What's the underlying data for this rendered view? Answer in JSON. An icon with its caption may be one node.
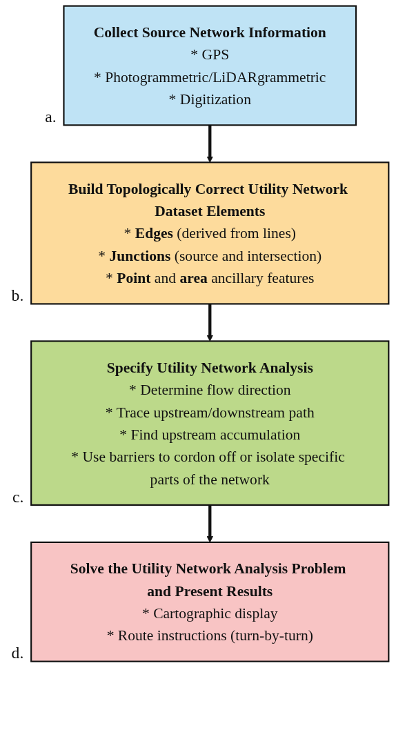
{
  "diagram": {
    "nodes": [
      {
        "text": [
          "Collect Source Network Information",
          "* GPS",
          "* Photogrammetric/LiDARgrammetric",
          "* Digitization"
        ],
        "beside": [
          "a."
        ]
      },
      {
        "text": [
          "Build Topologically Correct Utility Network Dataset Elements",
          "* **Edges** (derived from lines)",
          "* **Junctions** (source and intersection)",
          "* **Point** and **area** ancillary features"
        ],
        "beside": [
          "b."
        ]
      },
      {
        "text": [
          "Specify Utility Network Analysis",
          "* Determine flow direction",
          "* Trace upstream/downstream path",
          "* Find upstream accumulation",
          "* Use barriers to cordon off or isolate specific parts of the network"
        ],
        "beside": [
          "c."
        ]
      },
      {
        "text": [
          "Solve the Utility Network Analysis Problem and Present Results",
          "* Cartographic display",
          "* Route instructions (turn-by-turn)"
        ],
        "beside": [
          "d."
        ]
      }
    ],
    "edges": [
      {
        "from": 0,
        "to": 1,
        "arrow": "to"
      },
      {
        "from": 1,
        "to": 2,
        "arrow": "to"
      },
      {
        "from": 2,
        "to": 3,
        "arrow": "to"
      }
    ]
  }
}
